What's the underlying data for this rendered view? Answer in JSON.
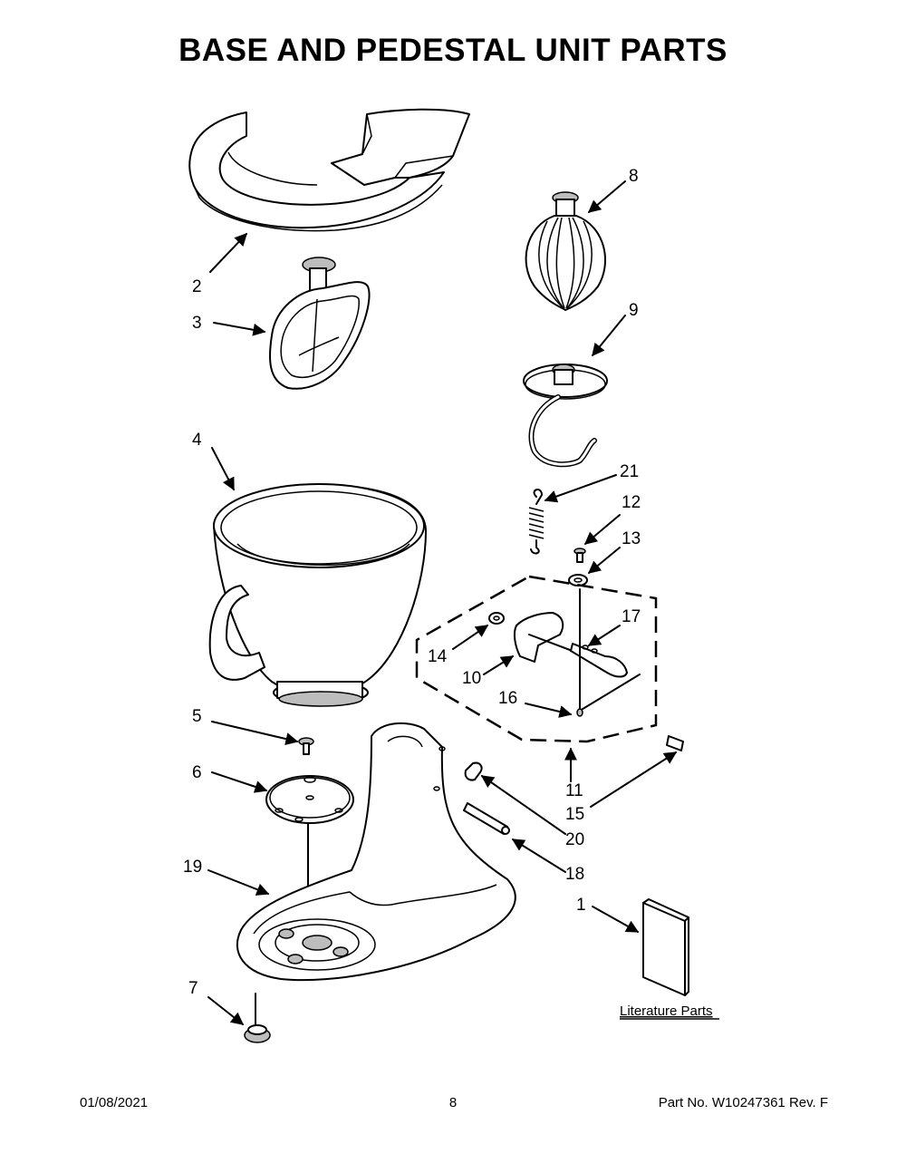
{
  "title": "BASE AND PEDESTAL UNIT PARTS",
  "callouts": {
    "c1": "1",
    "c2": "2",
    "c3": "3",
    "c4": "4",
    "c5": "5",
    "c6": "6",
    "c7": "7",
    "c8": "8",
    "c9": "9",
    "c10": "10",
    "c11": "11",
    "c12": "12",
    "c13": "13",
    "c14": "14",
    "c15": "15",
    "c16": "16",
    "c17": "17",
    "c18": "18",
    "c19": "19",
    "c20": "20",
    "c21": "21"
  },
  "literature_label": "Literature Parts",
  "footer": {
    "date": "01/08/2021",
    "page": "8",
    "part_no": "Part No.  W10247361  Rev.  F"
  }
}
